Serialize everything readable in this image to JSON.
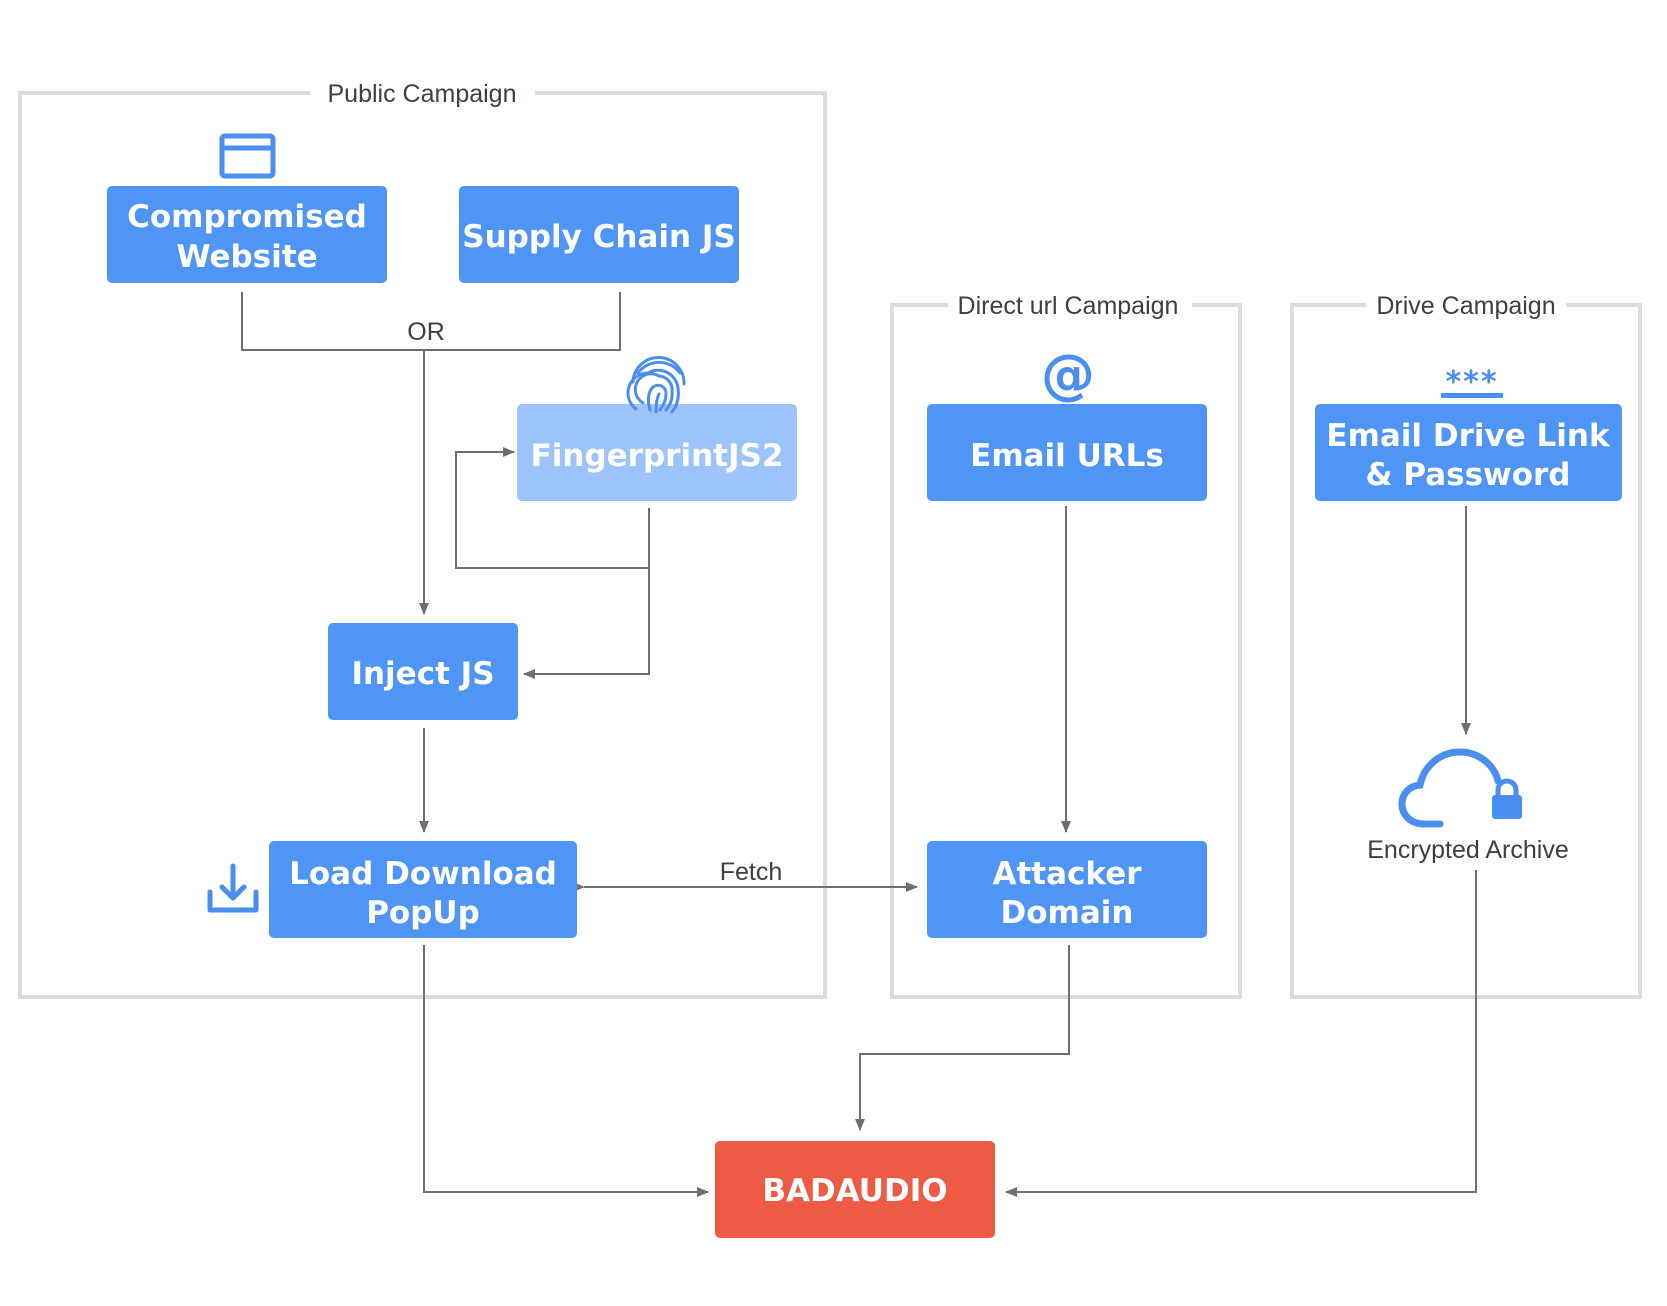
{
  "groups": {
    "public": "Public Campaign",
    "direct": "Direct url Campaign",
    "drive": "Drive Campaign"
  },
  "nodes": {
    "compromised_website": [
      "Compromised",
      "Website"
    ],
    "supply_chain": "Supply Chain JS",
    "fingerprint": "FingerprintJS2",
    "inject_js": "Inject JS",
    "load_download": [
      "Load Download",
      "PopUp"
    ],
    "email_urls": "Email URLs",
    "email_drive": [
      "Email Drive Link",
      "& Password"
    ],
    "attacker_domain": [
      "Attacker",
      "Domain"
    ],
    "badaudio": "BADAUDIO"
  },
  "labels": {
    "or": "OR",
    "fetch": "Fetch",
    "encrypted_archive": "Encrypted Archive"
  },
  "icons": {
    "compromised_website": "browser-window-icon",
    "fingerprint": "fingerprint-icon",
    "load_download": "download-icon",
    "email_urls": "at-sign-icon",
    "email_drive": "password-asterisks-icon",
    "encrypted_archive": "cloud-lock-icon"
  },
  "colors": {
    "node_blue": "#4f95f5",
    "node_light_blue": "#9cc3fa",
    "node_red": "#ee5a43",
    "icon_blue": "#4a8ff0",
    "group_border": "#dcdcdc",
    "arrow": "#6f6f6f"
  }
}
